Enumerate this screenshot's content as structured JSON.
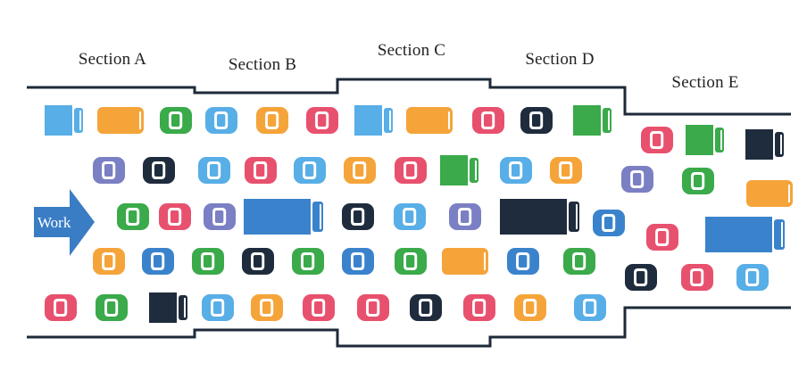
{
  "diagram": {
    "sections": [
      {
        "label": "Section A"
      },
      {
        "label": "Section B"
      },
      {
        "label": "Section C"
      },
      {
        "label": "Section D"
      },
      {
        "label": "Section E"
      }
    ],
    "arrow_label": "Work",
    "colors": {
      "road_line": "#1e2a38",
      "arrow": "#3a7dc4",
      "red": "#e8516e",
      "green": "#3aaa4a",
      "blue_light": "#58aee6",
      "blue": "#3a83cc",
      "orange": "#f5a43a",
      "purple": "#7b7fc4",
      "navy": "#1f2c3d"
    },
    "vehicles": [
      {
        "kind": "truck",
        "color": "blue_light"
      },
      {
        "kind": "bus",
        "color": "orange"
      },
      {
        "kind": "car",
        "color": "green"
      },
      {
        "kind": "car",
        "color": "blue_light"
      },
      {
        "kind": "car",
        "color": "orange"
      },
      {
        "kind": "car",
        "color": "red"
      },
      {
        "kind": "truck",
        "color": "blue_light"
      },
      {
        "kind": "bus",
        "color": "orange"
      },
      {
        "kind": "car",
        "color": "red"
      },
      {
        "kind": "car",
        "color": "navy"
      },
      {
        "kind": "truck",
        "color": "green"
      },
      {
        "kind": "car",
        "color": "purple"
      },
      {
        "kind": "car",
        "color": "navy"
      },
      {
        "kind": "car",
        "color": "blue_light"
      },
      {
        "kind": "car",
        "color": "red"
      },
      {
        "kind": "car",
        "color": "blue_light"
      },
      {
        "kind": "car",
        "color": "orange"
      },
      {
        "kind": "car",
        "color": "red"
      },
      {
        "kind": "truck",
        "color": "green"
      },
      {
        "kind": "car",
        "color": "blue_light"
      },
      {
        "kind": "car",
        "color": "orange"
      },
      {
        "kind": "car",
        "color": "green"
      },
      {
        "kind": "car",
        "color": "red"
      },
      {
        "kind": "car",
        "color": "purple"
      },
      {
        "kind": "longtruck",
        "color": "blue"
      },
      {
        "kind": "car",
        "color": "navy"
      },
      {
        "kind": "car",
        "color": "blue_light"
      },
      {
        "kind": "car",
        "color": "purple"
      },
      {
        "kind": "longtruck",
        "color": "navy"
      },
      {
        "kind": "car",
        "color": "blue"
      },
      {
        "kind": "car",
        "color": "orange"
      },
      {
        "kind": "car",
        "color": "blue"
      },
      {
        "kind": "car",
        "color": "green"
      },
      {
        "kind": "car",
        "color": "navy"
      },
      {
        "kind": "car",
        "color": "green"
      },
      {
        "kind": "car",
        "color": "blue"
      },
      {
        "kind": "car",
        "color": "green"
      },
      {
        "kind": "bus",
        "color": "orange"
      },
      {
        "kind": "car",
        "color": "blue"
      },
      {
        "kind": "car",
        "color": "green"
      },
      {
        "kind": "car",
        "color": "red"
      },
      {
        "kind": "car",
        "color": "green"
      },
      {
        "kind": "truck",
        "color": "navy"
      },
      {
        "kind": "car",
        "color": "blue_light"
      },
      {
        "kind": "car",
        "color": "orange"
      },
      {
        "kind": "car",
        "color": "red"
      },
      {
        "kind": "car",
        "color": "red"
      },
      {
        "kind": "car",
        "color": "navy"
      },
      {
        "kind": "car",
        "color": "red"
      },
      {
        "kind": "car",
        "color": "orange"
      },
      {
        "kind": "car",
        "color": "blue_light"
      },
      {
        "kind": "car",
        "color": "red"
      },
      {
        "kind": "truck",
        "color": "green"
      },
      {
        "kind": "truck",
        "color": "navy"
      },
      {
        "kind": "car",
        "color": "purple"
      },
      {
        "kind": "car",
        "color": "green"
      },
      {
        "kind": "bus",
        "color": "orange"
      },
      {
        "kind": "car",
        "color": "red"
      },
      {
        "kind": "longtruck",
        "color": "blue"
      },
      {
        "kind": "car",
        "color": "navy"
      },
      {
        "kind": "car",
        "color": "red"
      },
      {
        "kind": "car",
        "color": "blue_light"
      }
    ]
  }
}
